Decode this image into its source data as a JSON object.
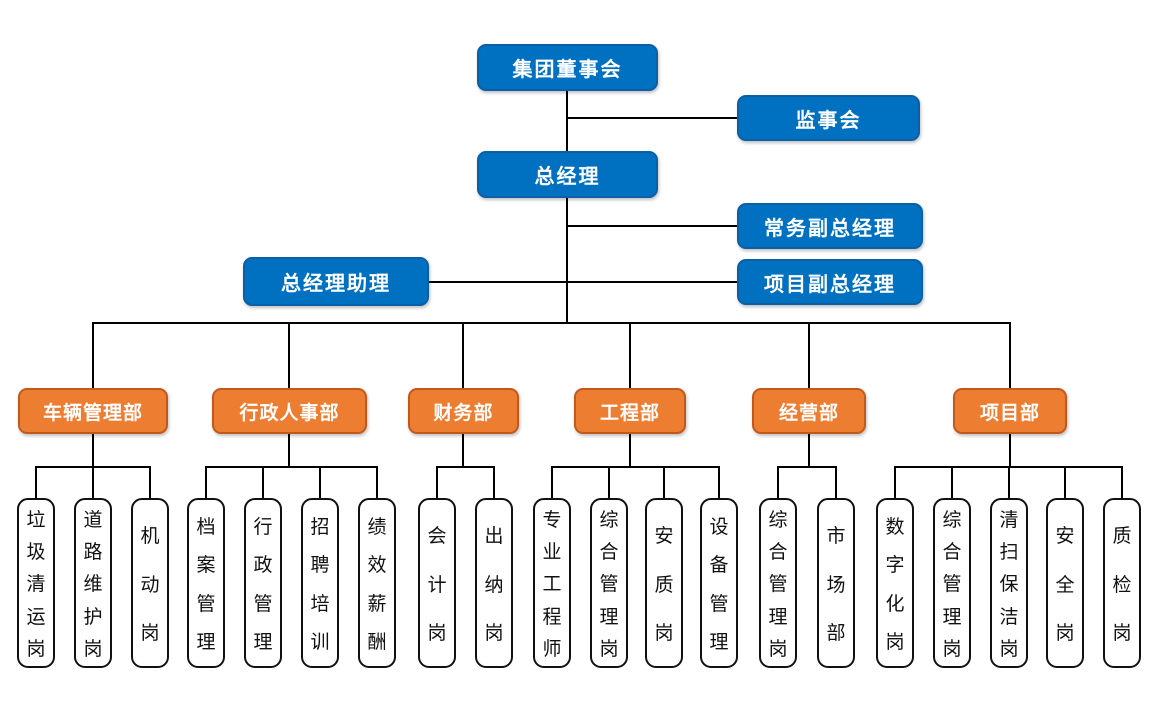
{
  "chart": {
    "type": "org-chart",
    "executive": {
      "board": "集团董事会",
      "supervisory": "监事会",
      "gm": "总经理",
      "exec_deputy_gm": "常务副总经理",
      "gm_assistant": "总经理助理",
      "project_deputy_gm": "项目副总经理"
    },
    "departments": [
      {
        "label": "车辆管理部",
        "positions": [
          "垃圾清运岗",
          "道路维护岗",
          "机动岗"
        ]
      },
      {
        "label": "行政人事部",
        "positions": [
          "档案管理",
          "行政管理",
          "招聘培训",
          "绩效薪酬"
        ]
      },
      {
        "label": "财务部",
        "positions": [
          "会计岗",
          "出纳岗"
        ]
      },
      {
        "label": "工程部",
        "positions": [
          "专业工程师",
          "综合管理岗",
          "安质岗",
          "设备管理"
        ]
      },
      {
        "label": "经营部",
        "positions": [
          "综合管理岗",
          "市场部"
        ]
      },
      {
        "label": "项目部",
        "positions": [
          "数字化岗",
          "综合管理岗",
          "清扫保洁岗",
          "安全岗",
          "质检岗"
        ]
      }
    ],
    "colors": {
      "blue": "#0070C0",
      "blue_border": "#0a5fa6",
      "orange": "#ED7D31",
      "orange_border": "#c2591c",
      "line": "#000000",
      "position_border": "#111111",
      "background": "#ffffff"
    }
  }
}
